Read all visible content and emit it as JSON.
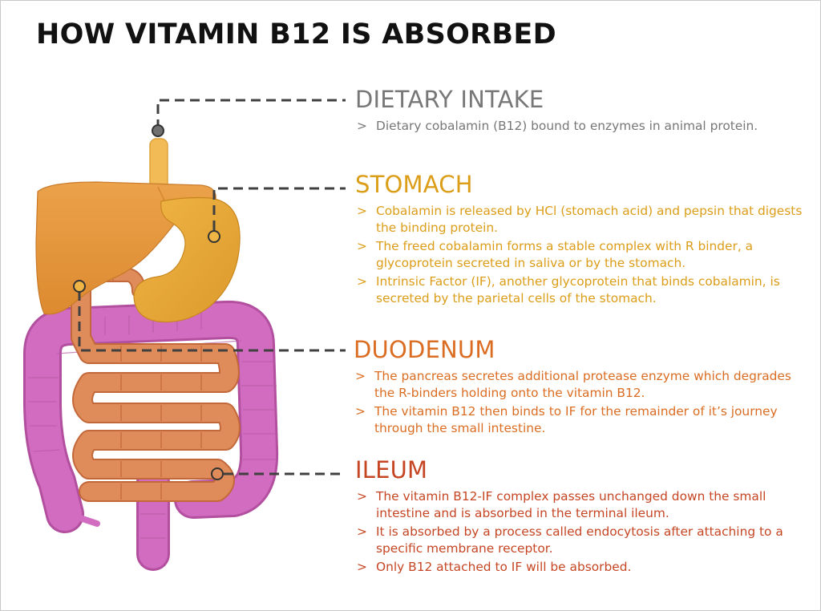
{
  "title": "HOW VITAMIN B12 IS ABSORBED",
  "bullet_marker": ">",
  "colors": {
    "dietary": "#777777",
    "stomach": "#dc9d18",
    "duodenum": "#db6d23",
    "ileum": "#c64624",
    "liver": "#e89a3a",
    "stomach_organ": "#e5a436",
    "small_intestine": "#de8552",
    "large_intestine": "#cc66b8"
  },
  "sections": {
    "dietary": {
      "heading": "DIETARY INTAKE",
      "bullets": [
        "Dietary cobalamin (B12) bound to enzymes in animal protein."
      ]
    },
    "stomach": {
      "heading": "STOMACH",
      "bullets": [
        "Cobalamin is released by HCl (stomach acid) and pepsin that digests the binding protein.",
        "The freed cobalamin forms a stable complex with R binder, a glycoprotein secreted in saliva or by the stomach.",
        "Intrinsic Factor (IF), another glycoprotein that binds cobalamin, is secreted by the parietal cells of the stomach."
      ]
    },
    "duodenum": {
      "heading": "DUODENUM",
      "bullets": [
        "The pancreas secretes additional protease enzyme which degrades the R-binders holding onto the vitamin B12.",
        "The vitamin B12 then binds to IF for the remainder of it’s journey through the small intestine."
      ]
    },
    "ileum": {
      "heading": "ILEUM",
      "bullets": [
        "The vitamin B12-IF complex passes unchanged down the small intestine and is absorbed in the terminal ileum.",
        "It is absorbed by a process called endocytosis after attaching to a specific membrane receptor.",
        "Only B12 attached to IF will be absorbed."
      ]
    }
  }
}
